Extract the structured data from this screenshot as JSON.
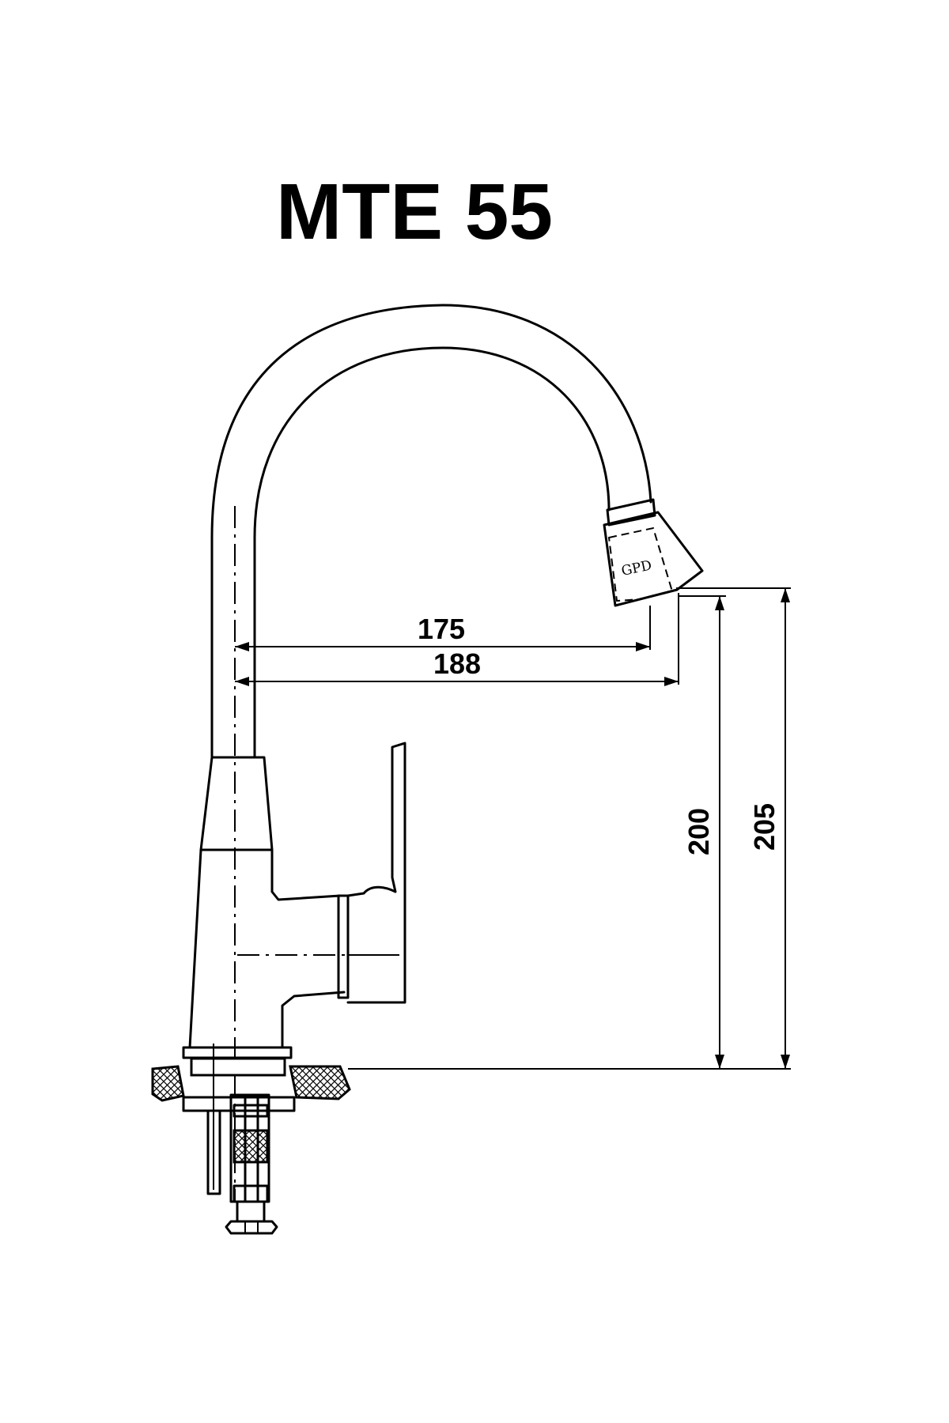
{
  "title": "MTE 55",
  "logo_text": "GPD",
  "dimensions": {
    "reach_inner": "175",
    "reach_outer": "188",
    "height_inner": "200",
    "height_outer": "205"
  },
  "units_note": ""
}
